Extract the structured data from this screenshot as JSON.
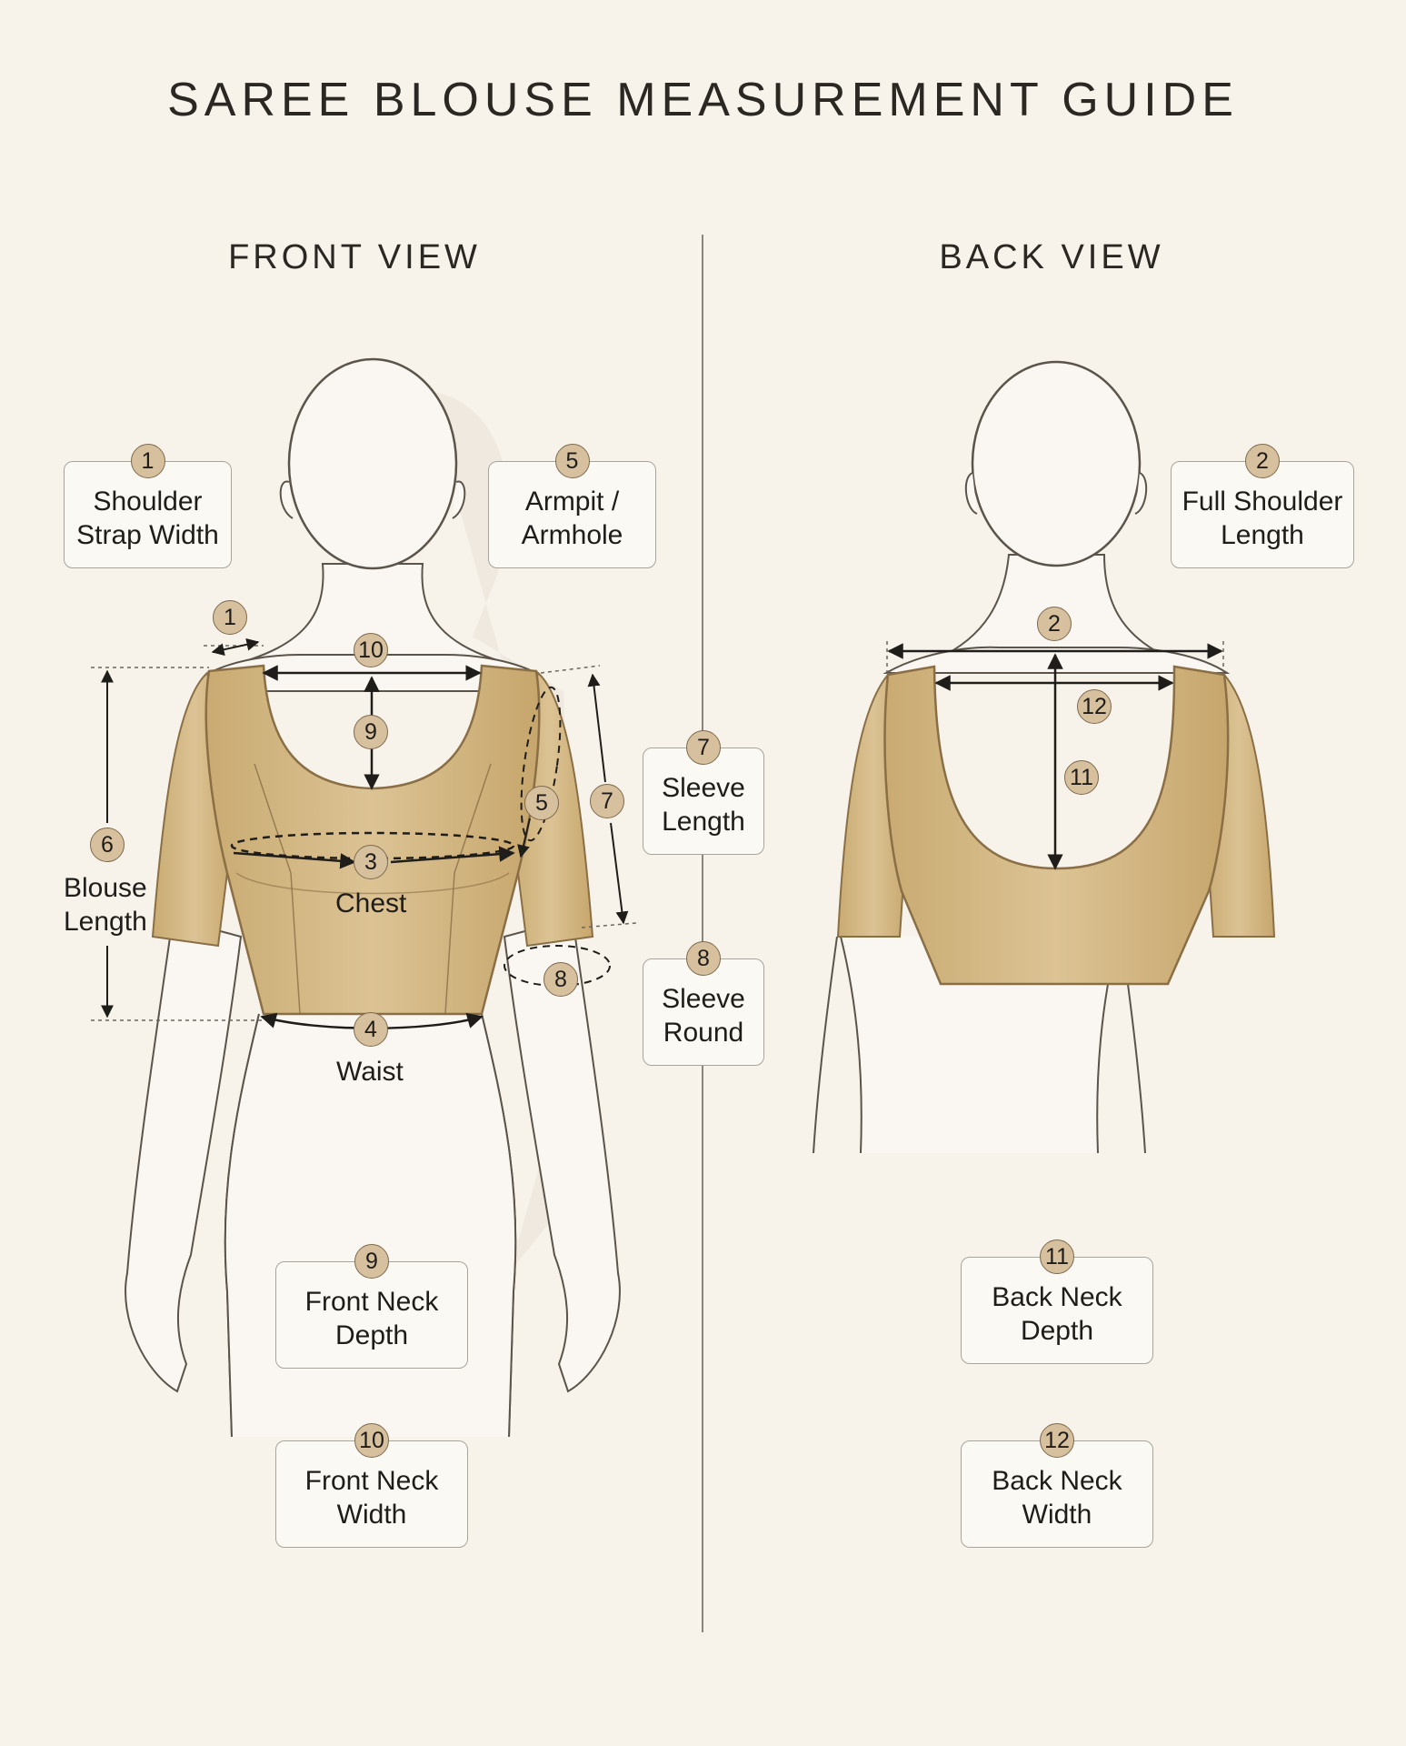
{
  "title": "SAREE BLOUSE MEASUREMENT GUIDE",
  "views": {
    "front": "FRONT VIEW",
    "back": "BACK VIEW"
  },
  "cards": {
    "c1": {
      "num": "1",
      "line1": "Shoulder",
      "line2": "Strap Width"
    },
    "c5": {
      "num": "5",
      "line1": "Armpit /",
      "line2": "Armhole"
    },
    "c2": {
      "num": "2",
      "line1": "Full Shoulder",
      "line2": "Length"
    },
    "c7": {
      "num": "7",
      "line1": "Sleeve",
      "line2": "Length"
    },
    "c8": {
      "num": "8",
      "line1": "Sleeve",
      "line2": "Round"
    },
    "c9": {
      "num": "9",
      "line1": "Front Neck",
      "line2": "Depth"
    },
    "c10": {
      "num": "10",
      "line1": "Front Neck",
      "line2": "Width"
    },
    "c11": {
      "num": "11",
      "line1": "Back Neck",
      "line2": "Depth"
    },
    "c12": {
      "num": "12",
      "line1": "Back Neck",
      "line2": "Width"
    }
  },
  "markers": {
    "front": {
      "m1": "1",
      "m10": "10",
      "m9": "9",
      "m5": "5",
      "m7": "7",
      "m6": "6",
      "m3": "3",
      "m4": "4",
      "m8": "8"
    },
    "back": {
      "m2": "2",
      "m12": "12",
      "m11": "11"
    }
  },
  "labels": {
    "blouse_line1": "Blouse",
    "blouse_line2": "Length",
    "chest": "Chest",
    "waist": "Waist"
  },
  "colors": {
    "background": "#f7f3ea",
    "blouse": "#d6bb86",
    "blouse_shadow": "#b99a62",
    "skin": "#faf6f1",
    "line": "#4a443c",
    "badge": "#d7c09e"
  }
}
